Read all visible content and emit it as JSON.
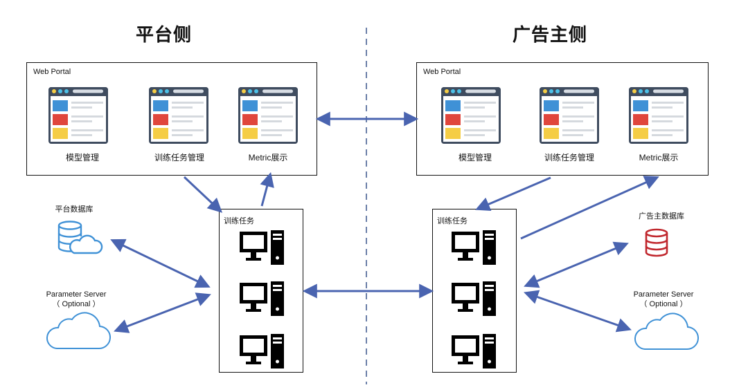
{
  "left": {
    "title": "平台侧",
    "portal": {
      "title": "Web Portal",
      "captions": [
        "模型管理",
        "训练任务管理",
        "Metric展示"
      ]
    },
    "task_box_title": "训练任务",
    "database_label": "平台数据库",
    "ps_label_line1": "Parameter Server",
    "ps_label_line2": "（ Optional ）"
  },
  "right": {
    "title": "广告主侧",
    "portal": {
      "title": "Web Portal",
      "captions": [
        "模型管理",
        "训练任务管理",
        "Metric展示"
      ]
    },
    "task_box_title": "训练任务",
    "database_label": "广告主数据库",
    "ps_label_line1": "Parameter Server",
    "ps_label_line2": "（ Optional ）"
  },
  "colors": {
    "arrow": "#4a64b0",
    "divider": "#6b7fa8",
    "page_frame": "#3f4c5f",
    "block_blue": "#3f91d6",
    "block_red": "#e0463c",
    "block_yellow": "#f5cd45",
    "db_left": "#3f91d6",
    "db_right": "#c0272d",
    "cloud": "#3f91d6"
  },
  "icons": [
    "web-page-icon",
    "computer-icon",
    "server-tower-icon",
    "database-cloud-icon",
    "database-icon",
    "cloud-icon"
  ]
}
